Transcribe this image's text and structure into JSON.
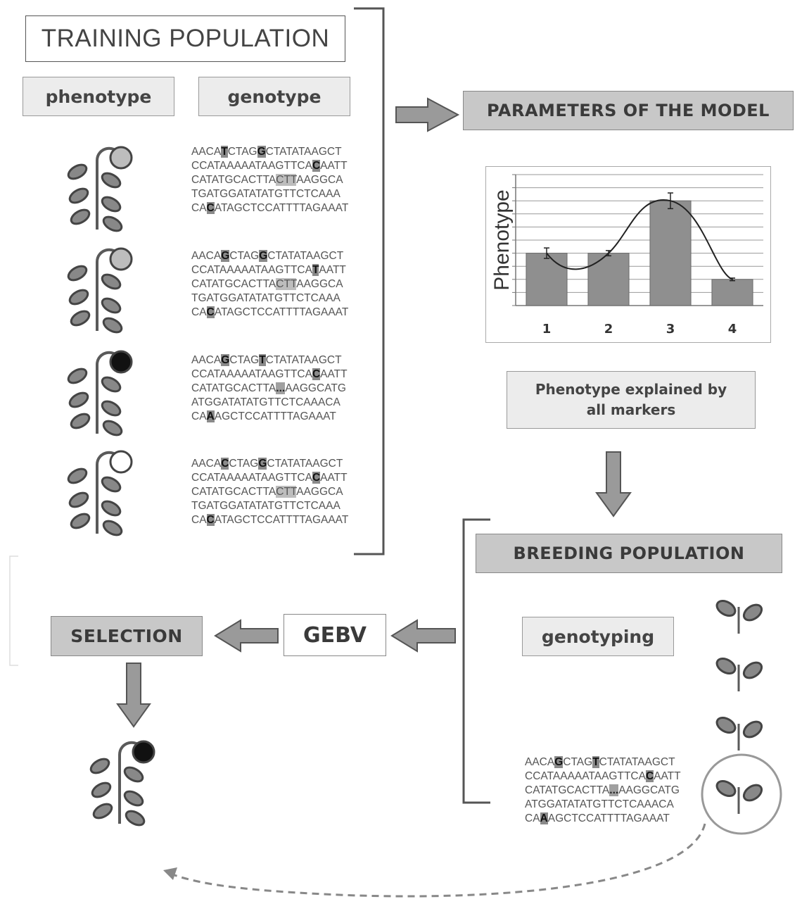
{
  "training": {
    "title": "TRAINING POPULATION",
    "phenotype_label": "phenotype",
    "genotype_label": "genotype",
    "plants": [
      {
        "flower": "grey",
        "seq": [
          "AACA|T|CTAG|G|CTATATAAGCT",
          "CCATAAAAATAAGTTCA|C|AATT",
          "CATATGCACTTA|CTT|AAGGCA",
          "TGATGGATATATGTTCTCAAA",
          "CA|C|ATAGCTCCATTTTAGAAAT"
        ]
      },
      {
        "flower": "grey",
        "seq": [
          "AACA|G|CTAG|G|CTATATAAGCT",
          "CCATAAAAATAAGTTCA|T|AATT",
          "CATATGCACTTA|CTT|AAGGCA",
          "TGATGGATATATGTTCTCAAA",
          "CA|C|ATAGCTCCATTTTAGAAAT"
        ]
      },
      {
        "flower": "black",
        "seq": [
          "AACA|G|CTAG|T|CTATATAAGCT",
          "CCATAAAAATAAGTTCA|C|AATT",
          "CATATGCACTTA|...|AAGGCATG",
          "ATGGATATATGTTCTCAAACA",
          "CA|A|AGCTCCATTTTAGAAAT"
        ]
      },
      {
        "flower": "white",
        "seq": [
          "AACA|C|CTAG|G|CTATATAAGCT",
          "CCATAAAAATAAGTTCA|C|AATT",
          "CATATGCACTTA|CTT|AAGGCA",
          "TGATGGATATATGTTCTCAAA",
          "CA|C|ATAGCTCCATTTTAGAAAT"
        ]
      }
    ]
  },
  "model": {
    "params_label": "PARAMETERS OF THE MODEL",
    "explained_line1": "Phenotype explained by",
    "explained_line2": "all markers"
  },
  "chart_data": {
    "type": "bar",
    "categories": [
      "1",
      "2",
      "3",
      "4"
    ],
    "values": [
      4.0,
      4.0,
      8.0,
      2.0
    ],
    "errors": [
      0.4,
      0.2,
      0.6,
      0.1
    ],
    "ylabel": "Phenotype",
    "ylim": [
      0,
      10
    ],
    "grid": true,
    "trend_line": true
  },
  "breeding": {
    "title": "BREEDING POPULATION",
    "genotyping_label": "genotyping",
    "seq": [
      "AACA|G|CTAG|T|CTATATAAGCT",
      "CCATAAAAATAAGTTCA|C|AATT",
      "CATATGCACTTA|...|AAGGCATG",
      "ATGGATATATGTTCTCAAACA",
      "CA|A|AGCTCCATTTTAGAAAT"
    ]
  },
  "selection": {
    "gebv_label": "GEBV",
    "selection_label": "SELECTION"
  },
  "colors": {
    "arrow_fill": "#9a9a9a",
    "arrow_stroke": "#555555",
    "plant": "#5a5a5a",
    "leaf": "#888888",
    "flower_grey": "#bdbdbd",
    "flower_black": "#111111",
    "bar": "#8f8f8f"
  }
}
